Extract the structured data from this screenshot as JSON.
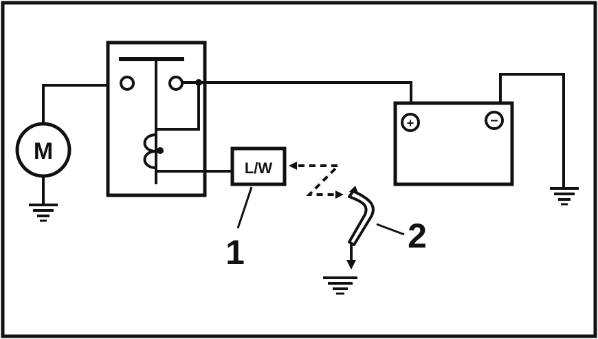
{
  "diagram": {
    "motor_label": "M",
    "module_label": "L/W",
    "callout_1": "1",
    "callout_2": "2",
    "battery_positive": "+",
    "battery_negative": "−"
  },
  "colors": {
    "line": "#111111",
    "background": "#ffffff"
  }
}
